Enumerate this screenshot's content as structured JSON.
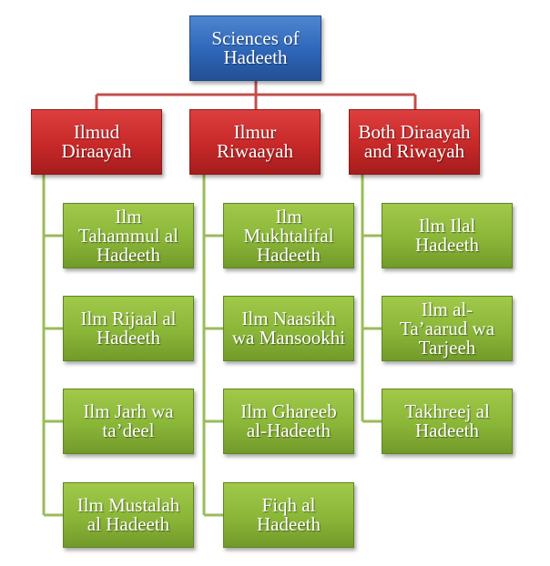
{
  "root": {
    "label": "Sciences of\nHadeeth"
  },
  "categories": [
    {
      "label": "Ilmud\nDiraayah"
    },
    {
      "label": "Ilmur\nRiwaayah"
    },
    {
      "label": "Both Diraayah\nand Riwayah"
    }
  ],
  "items": {
    "diraayah": [
      {
        "label": "Ilm\nTahammul al\nHadeeth"
      },
      {
        "label": "Ilm Rijaal al\nHadeeth"
      },
      {
        "label": "Ilm Jarh wa\nta’deel"
      },
      {
        "label": "Ilm Mustalah\nal Hadeeth"
      }
    ],
    "riwaayah": [
      {
        "label": "Ilm\nMukhtalifal\nHadeeth"
      },
      {
        "label": "Ilm Naasikh\nwa Mansookhi"
      },
      {
        "label": "Ilm Ghareeb\nal-Hadeeth"
      },
      {
        "label": "Fiqh al\nHadeeth"
      }
    ],
    "both": [
      {
        "label": "Ilm Ilal\nHadeeth"
      },
      {
        "label": "Ilm al-\nTa’aarud wa\nTarjeeh"
      },
      {
        "label": "Takhreej al\nHadeeth"
      }
    ]
  },
  "colors": {
    "root": "#2d66b8",
    "category": "#c72828",
    "leaf": "#8ab638",
    "root_connector": "#c0504d",
    "leaf_connector": "#9bbb59"
  }
}
